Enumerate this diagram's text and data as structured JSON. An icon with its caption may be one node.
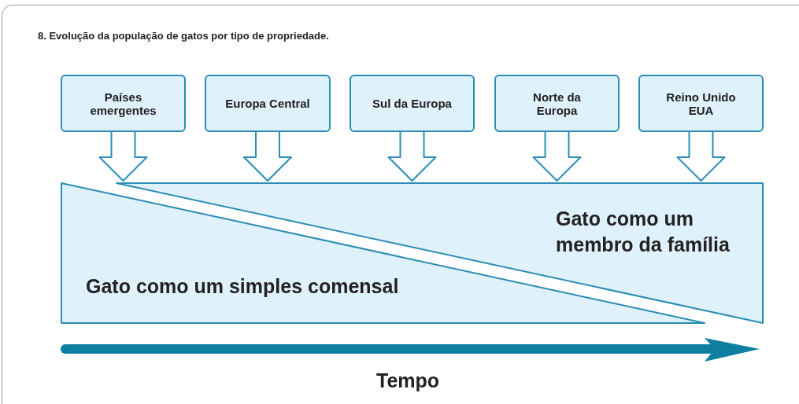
{
  "diagram": {
    "title": "8. Evolução da população de gatos por tipo de propriedade.",
    "nodes": [
      {
        "text": [
          "Países emergentes"
        ]
      },
      {
        "text": [
          "Europa Central"
        ]
      },
      {
        "text": [
          "Sul da Europa"
        ]
      },
      {
        "text": [
          "Norte da Europa"
        ]
      },
      {
        "text": [
          "Reino Unido EUA"
        ]
      },
      {
        "text": [
          "Gato como um simples comensal"
        ]
      },
      {
        "text": [
          "Gato como um membro da família"
        ]
      }
    ],
    "edges": [
      {
        "from": 0,
        "to": 5,
        "arrow": "to"
      },
      {
        "from": 1,
        "to": 6,
        "arrow": "to"
      },
      {
        "from": 2,
        "to": 6,
        "arrow": "to"
      },
      {
        "from": 3,
        "to": 6,
        "arrow": "to"
      },
      {
        "from": 4,
        "to": 6,
        "arrow": "to"
      }
    ],
    "labels": [
      "Tempo"
    ]
  }
}
